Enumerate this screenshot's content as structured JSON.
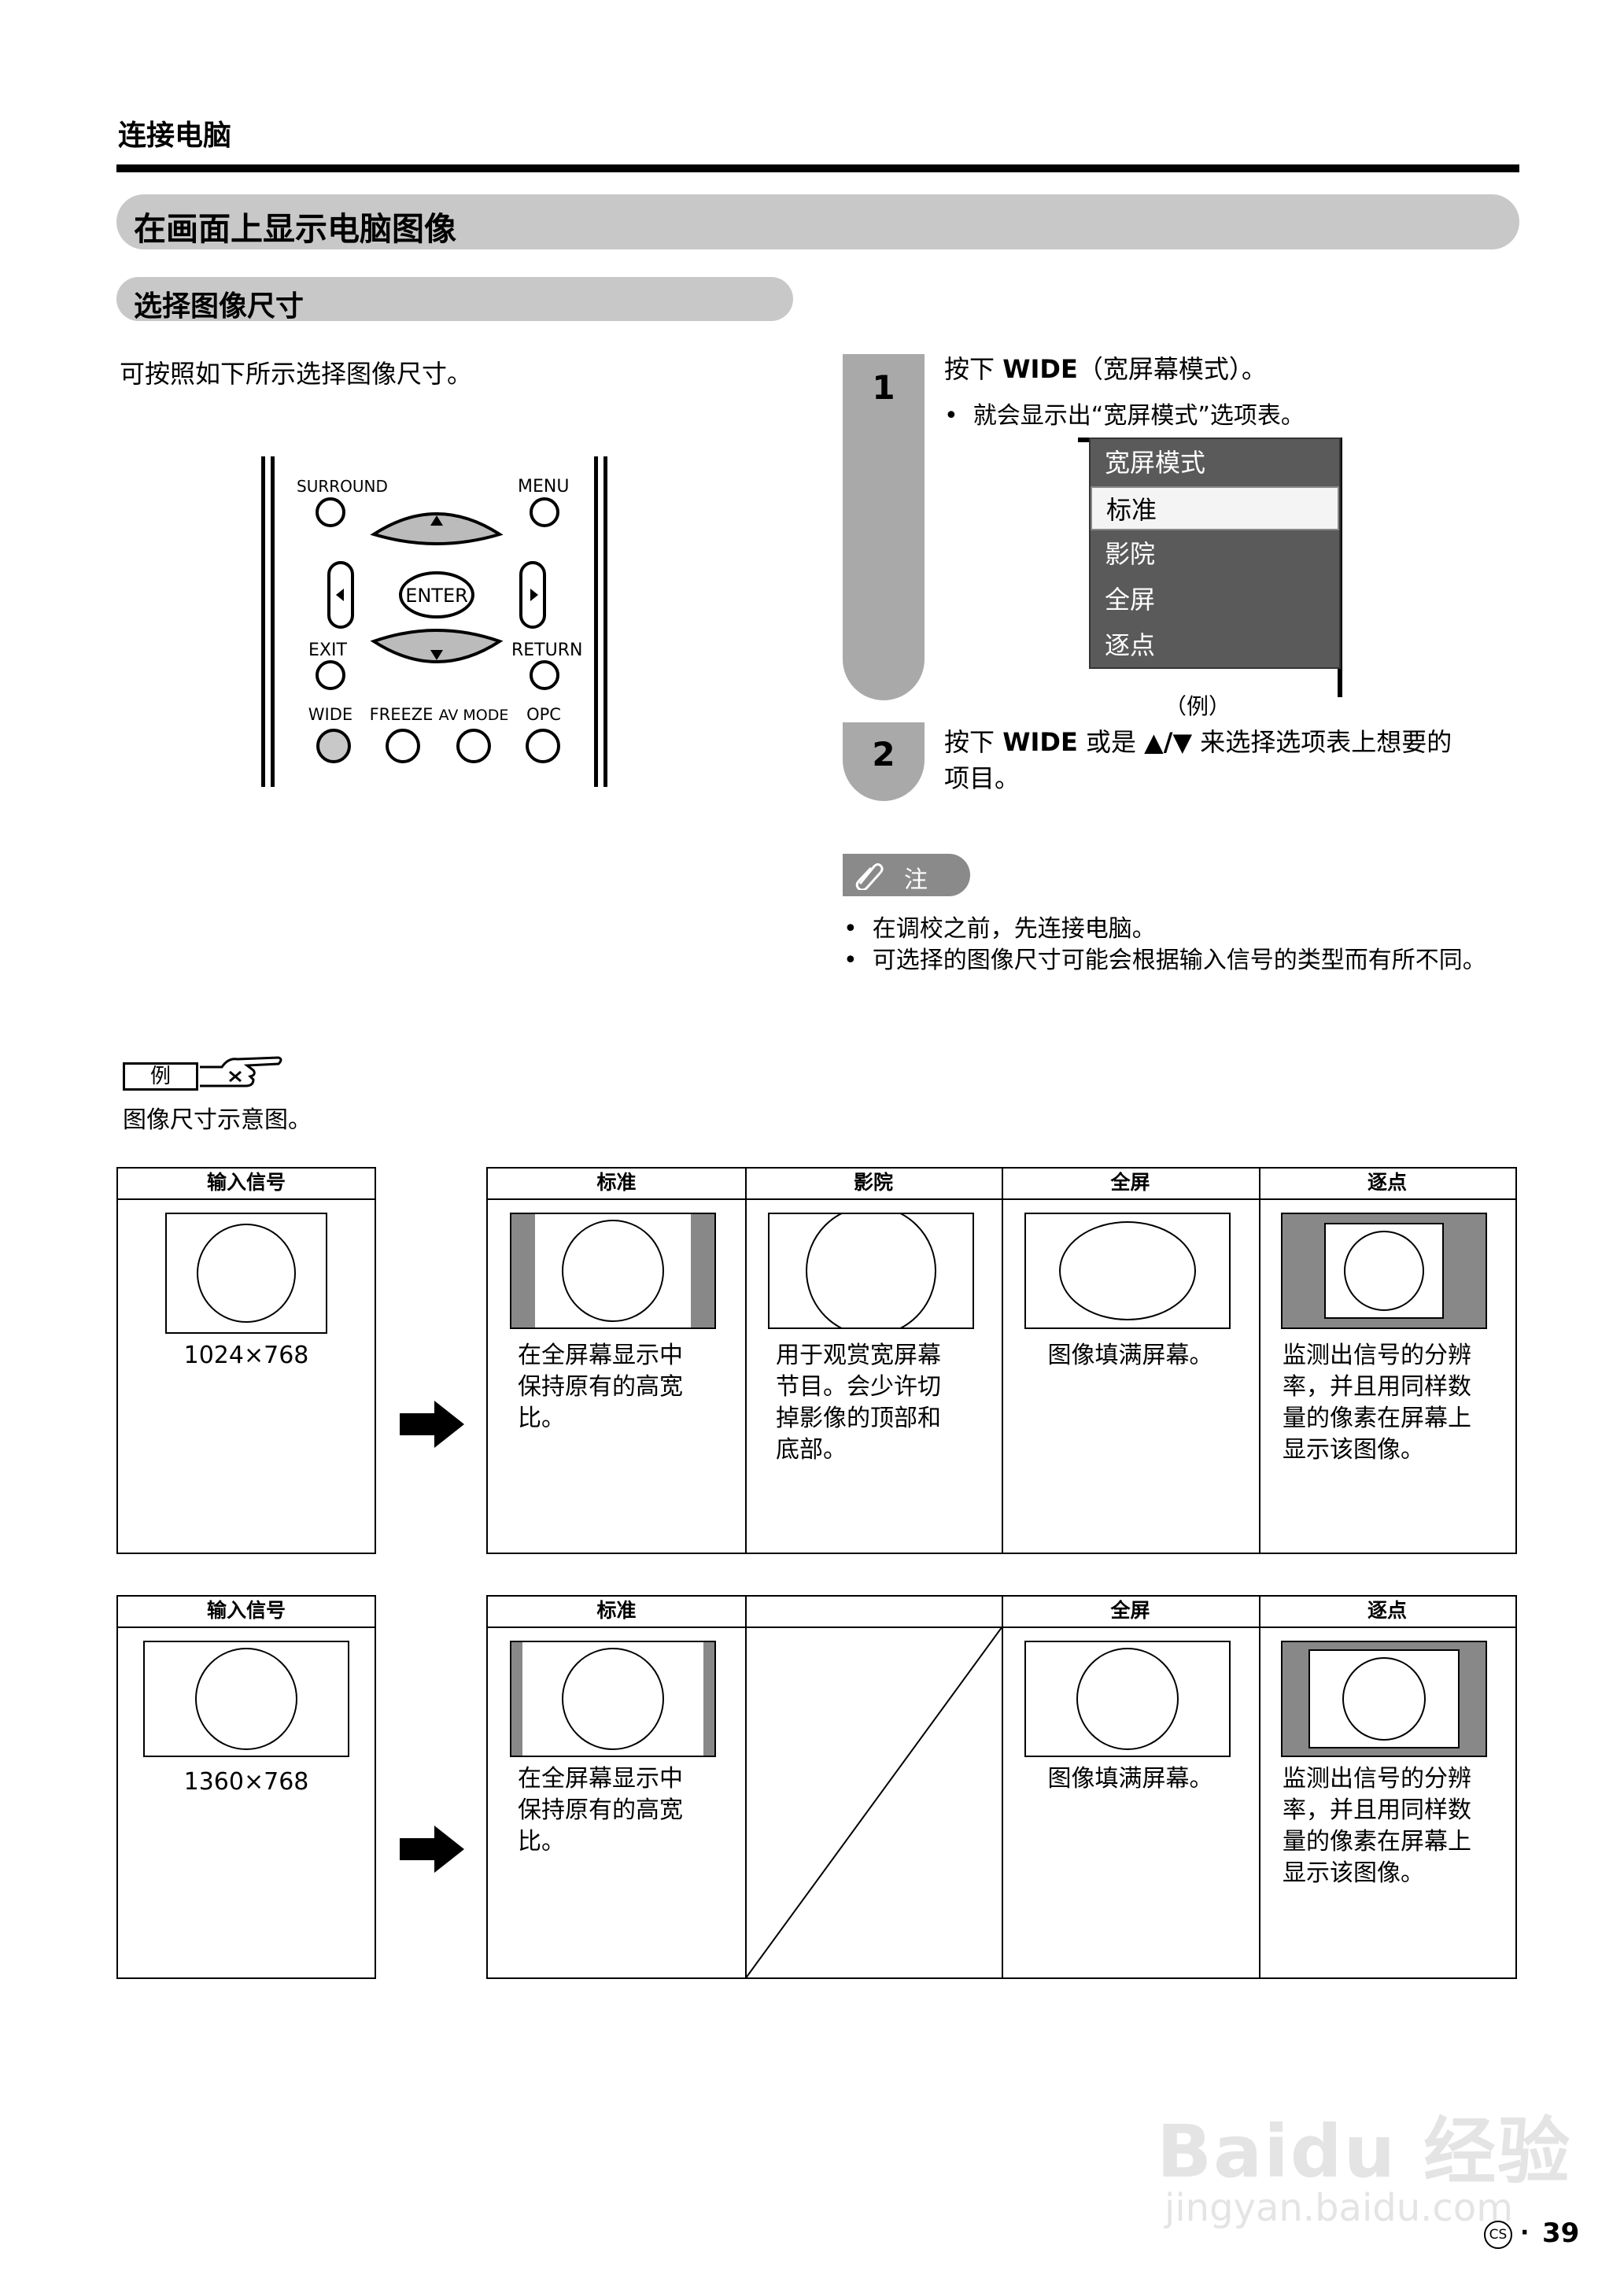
{
  "header": {
    "section_title": "连接电脑",
    "banner_title": "在画面上显示电脑图像",
    "sub_banner": "选择图像尺寸"
  },
  "intro": "可按照如下所示选择图像尺寸。",
  "remote": {
    "surround": "SURROUND",
    "menu": "MENU",
    "enter": "ENTER",
    "exit": "EXIT",
    "return": "RETURN",
    "wide": "WIDE",
    "freeze": "FREEZE",
    "av_mode": "AV MODE",
    "opc": "OPC"
  },
  "steps": [
    {
      "number": "1",
      "pre": "按下 ",
      "key": "WIDE",
      "post": "（宽屏幕模式）。",
      "bullet": "就会显示出“宽屏模式”选项表。"
    },
    {
      "number": "2",
      "pre": "按下 ",
      "key": "WIDE",
      "mid": " 或是 ",
      "arrows": "▲/▼",
      "post": " 来选择选项表上想要的",
      "line2": "项目。"
    }
  ],
  "wide_menu": {
    "title": "宽屏模式",
    "items": [
      "标准",
      "影院",
      "全屏",
      "逐点"
    ],
    "selected": "标准",
    "caption": "（例）"
  },
  "note": {
    "label": "注",
    "items": [
      "在调校之前，先连接电脑。",
      "可选择的图像尺寸可能会根据输入信号的类型而有所不同。"
    ]
  },
  "example": {
    "label": "例",
    "caption": "图像尺寸示意图。"
  },
  "tables": [
    {
      "input_header": "输入信号",
      "resolution": "1024×768",
      "headers": [
        "标准",
        "影院",
        "全屏",
        "逐点"
      ],
      "descriptions": [
        [
          "在全屏幕显示中",
          "保持原有的高宽",
          "比。"
        ],
        [
          "用于观赏宽屏幕",
          "节目。会少许切",
          "掉影像的顶部和",
          "底部。"
        ],
        [
          "图像填满屏幕。"
        ],
        [
          "监测出信号的分辨",
          "率，并且用同样数",
          "量的像素在屏幕上",
          "显示该图像。"
        ]
      ]
    },
    {
      "input_header": "输入信号",
      "resolution": "1360×768",
      "headers": [
        "标准",
        "",
        "全屏",
        "逐点"
      ],
      "descriptions": [
        [
          "在全屏幕显示中",
          "保持原有的高宽",
          "比。"
        ],
        [],
        [
          "图像填满屏幕。"
        ],
        [
          "监测出信号的分辨",
          "率，并且用同样数",
          "量的像素在屏幕上",
          "显示该图像。"
        ]
      ]
    }
  ],
  "footer": {
    "badge": "CS",
    "separator": "·",
    "page": "39"
  },
  "watermark": {
    "brand": "Baidu 经验",
    "url": "jingyan.baidu.com"
  }
}
